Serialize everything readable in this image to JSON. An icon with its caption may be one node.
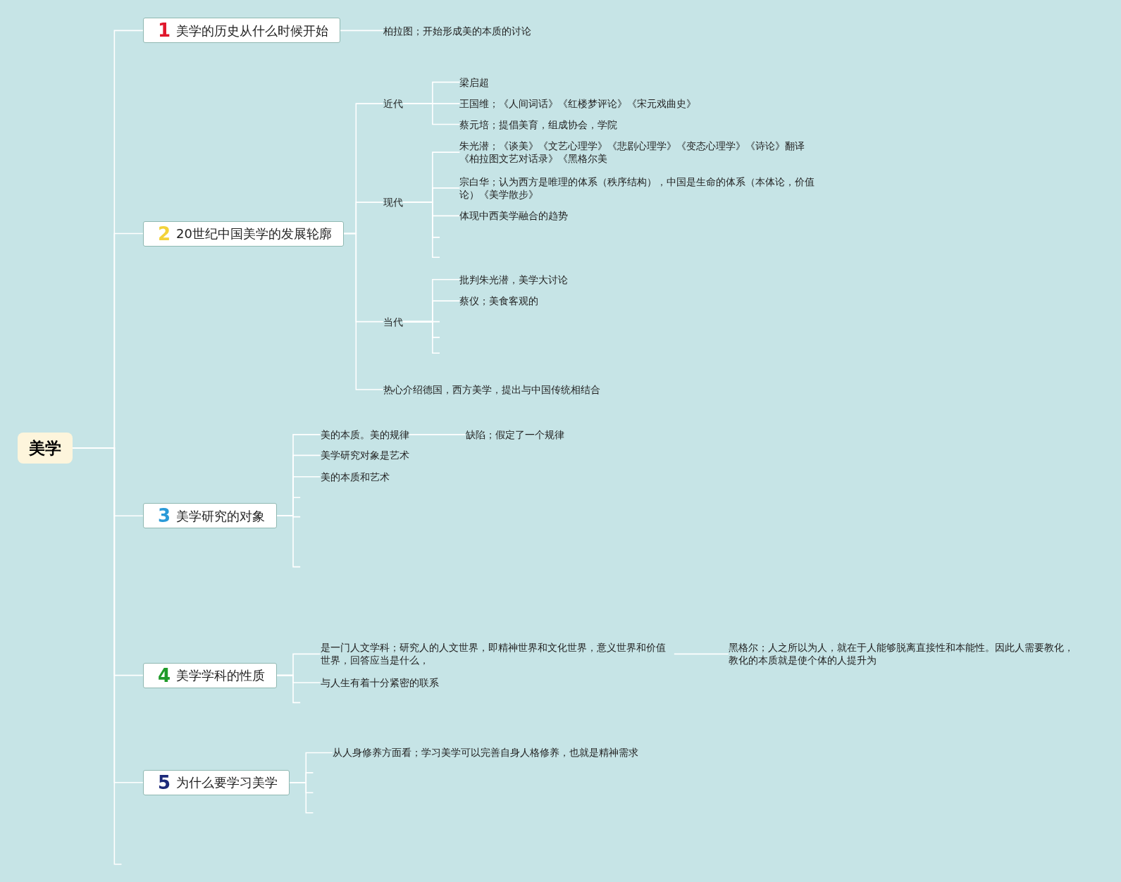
{
  "diagram": {
    "nodes": [
      {
        "text": [
          "美学"
        ]
      },
      {
        "text": [
          "1",
          "美学的历史从什么时候开始"
        ]
      },
      {
        "text": [
          "柏拉图；开始形成美的本质的讨论"
        ]
      },
      {
        "text": [
          "2",
          "20世纪中国美学的发展轮廓"
        ]
      },
      {
        "text": [
          "近代"
        ]
      },
      {
        "text": [
          "梁启超"
        ]
      },
      {
        "text": [
          "王国维；《人间词话》《红楼梦评论》《宋元戏曲史》"
        ]
      },
      {
        "text": [
          "蔡元培；提倡美育，组成协会，学院"
        ]
      },
      {
        "text": [
          "现代"
        ]
      },
      {
        "text": [
          "朱光潜；《谈美》《文艺心理学》《悲剧心理学》《变态心理学》《诗论》翻译《柏拉图文艺对话录》《黑格尔美"
        ]
      },
      {
        "text": [
          "宗白华；认为西方是唯理的体系（秩序结构），中国是生命的体系（本体论，价值论）《美学散步》"
        ]
      },
      {
        "text": [
          "体现中西美学融合的趋势"
        ]
      },
      {
        "text": [
          "当代"
        ]
      },
      {
        "text": [
          "批判朱光潜，美学大讨论"
        ]
      },
      {
        "text": [
          "蔡仪；美食客观的"
        ]
      },
      {
        "text": [
          "热心介绍德国，西方美学，提出与中国传统相结合"
        ]
      },
      {
        "text": [
          "3",
          "美学研究的对象"
        ]
      },
      {
        "text": [
          "美的本质。美的规律"
        ]
      },
      {
        "text": [
          "缺陷；假定了一个规律"
        ]
      },
      {
        "text": [
          "美学研究对象是艺术"
        ]
      },
      {
        "text": [
          "美的本质和艺术"
        ]
      },
      {
        "text": [
          "4",
          "美学学科的性质"
        ]
      },
      {
        "text": [
          "是一门人文学科；研究人的人文世界，即精神世界和文化世界，意义世界和价值世界，回答应当是什么，"
        ]
      },
      {
        "text": [
          "黑格尔；人之所以为人，就在于人能够脱离直接性和本能性。因此人需要教化，教化的本质就是使个体的人提升为"
        ]
      },
      {
        "text": [
          "与人生有着十分紧密的联系"
        ]
      },
      {
        "text": [
          "5",
          "为什么要学习美学"
        ]
      },
      {
        "text": [
          "从人身修养方面看；学习美学可以完善自身人格修养，也就是精神需求"
        ]
      }
    ],
    "edges": [
      {
        "from": 0,
        "to": 1,
        "arrow": "none"
      },
      {
        "from": 0,
        "to": 3,
        "arrow": "none"
      },
      {
        "from": 0,
        "to": 16,
        "arrow": "none"
      },
      {
        "from": 0,
        "to": 21,
        "arrow": "none"
      },
      {
        "from": 0,
        "to": 25,
        "arrow": "none"
      },
      {
        "from": 0,
        "to": null,
        "arrow": "none"
      },
      {
        "from": 1,
        "to": 2,
        "arrow": "none"
      },
      {
        "from": 3,
        "to": 4,
        "arrow": "none"
      },
      {
        "from": 3,
        "to": 8,
        "arrow": "none"
      },
      {
        "from": 3,
        "to": 12,
        "arrow": "none"
      },
      {
        "from": 3,
        "to": 15,
        "arrow": "none"
      },
      {
        "from": 4,
        "to": 5,
        "arrow": "none"
      },
      {
        "from": 4,
        "to": 6,
        "arrow": "none"
      },
      {
        "from": 4,
        "to": 7,
        "arrow": "none"
      },
      {
        "from": 8,
        "to": 9,
        "arrow": "none"
      },
      {
        "from": 8,
        "to": 10,
        "arrow": "none"
      },
      {
        "from": 8,
        "to": 11,
        "arrow": "none"
      },
      {
        "from": 8,
        "to": null,
        "arrow": "none"
      },
      {
        "from": 8,
        "to": null,
        "arrow": "none"
      },
      {
        "from": 12,
        "to": 13,
        "arrow": "none"
      },
      {
        "from": 12,
        "to": 14,
        "arrow": "none"
      },
      {
        "from": 12,
        "to": null,
        "arrow": "none"
      },
      {
        "from": 12,
        "to": null,
        "arrow": "none"
      },
      {
        "from": 12,
        "to": null,
        "arrow": "none"
      },
      {
        "from": 16,
        "to": 17,
        "arrow": "none"
      },
      {
        "from": 16,
        "to": 19,
        "arrow": "none"
      },
      {
        "from": 16,
        "to": 20,
        "arrow": "none"
      },
      {
        "from": 16,
        "to": null,
        "arrow": "none"
      },
      {
        "from": 16,
        "to": null,
        "arrow": "none"
      },
      {
        "from": 16,
        "to": null,
        "arrow": "none"
      },
      {
        "from": 17,
        "to": 18,
        "arrow": "none"
      },
      {
        "from": 21,
        "to": 22,
        "arrow": "none"
      },
      {
        "from": 21,
        "to": 24,
        "arrow": "none"
      },
      {
        "from": 21,
        "to": null,
        "arrow": "none"
      },
      {
        "from": 22,
        "to": 23,
        "arrow": "none"
      },
      {
        "from": 25,
        "to": 26,
        "arrow": "none"
      },
      {
        "from": 25,
        "to": null,
        "arrow": "none"
      },
      {
        "from": 25,
        "to": null,
        "arrow": "none"
      },
      {
        "from": 25,
        "to": null,
        "arrow": "none"
      }
    ]
  }
}
